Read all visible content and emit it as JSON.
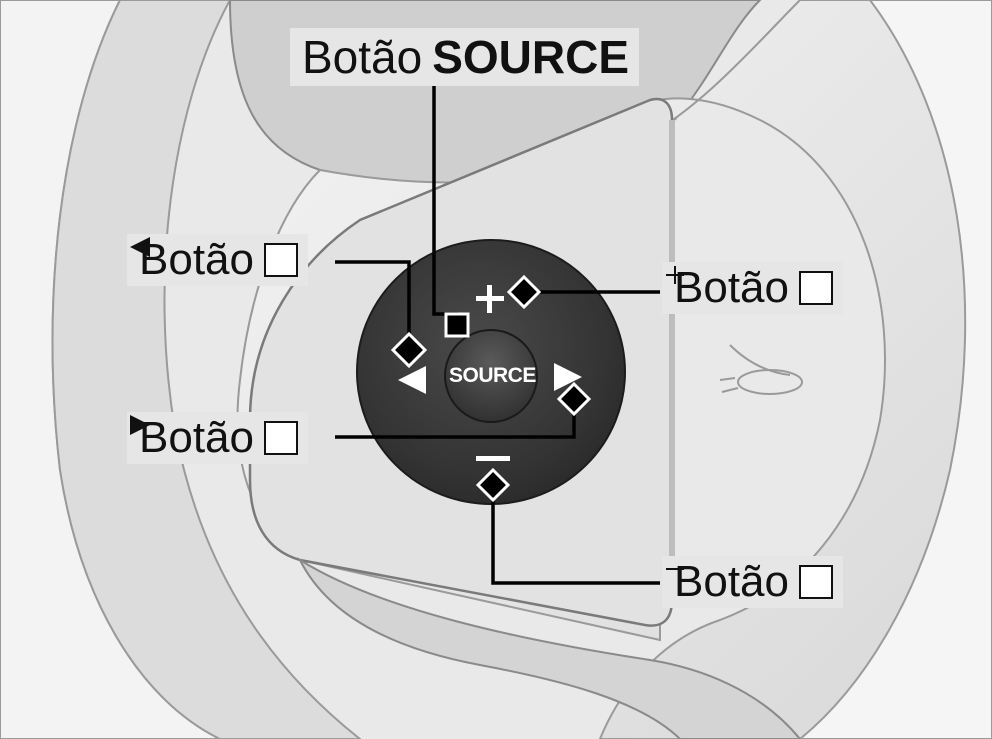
{
  "callouts": {
    "source": {
      "word": "Botão",
      "button": "SOURCE"
    },
    "left": {
      "word": "Botão",
      "icon": "left-triangle-icon"
    },
    "plus": {
      "word": "Botão",
      "icon": "plus-box-icon"
    },
    "right": {
      "word": "Botão",
      "icon": "right-triangle-icon"
    },
    "minus": {
      "word": "Botão",
      "icon": "minus-box-icon"
    }
  },
  "control_pad": {
    "center_label": "SOURCE",
    "plus_glyph": "+",
    "minus_glyph": "−"
  },
  "colors": {
    "background_gray": "#e8e8e8",
    "pad_dark": "#3a3a3a",
    "label_bg": "#e6e6e6",
    "leader_line": "#000000"
  }
}
